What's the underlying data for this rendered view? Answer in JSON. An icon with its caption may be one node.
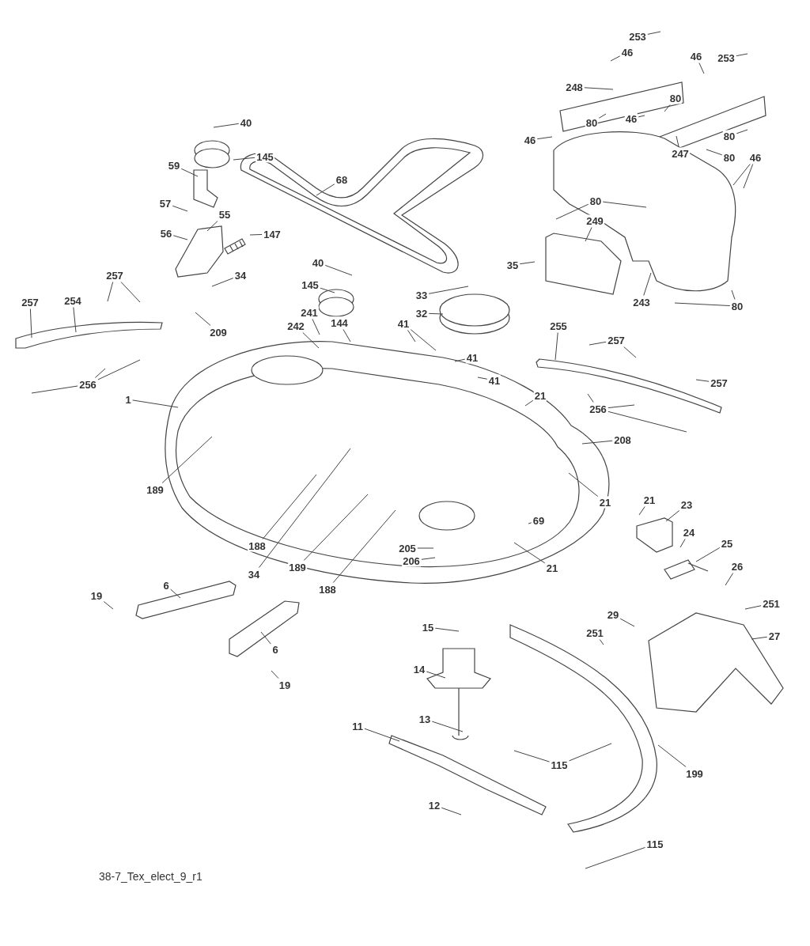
{
  "diagram": {
    "nodes": [
      {
        "text": [
          "253"
        ]
      },
      {
        "text": [
          "46"
        ]
      },
      {
        "text": [
          "46"
        ]
      },
      {
        "text": [
          "253"
        ]
      },
      {
        "text": [
          "248"
        ]
      },
      {
        "text": [
          "80"
        ]
      },
      {
        "text": [
          "80"
        ]
      },
      {
        "text": [
          "46"
        ]
      },
      {
        "text": [
          "40"
        ]
      },
      {
        "text": [
          "46"
        ]
      },
      {
        "text": [
          "80"
        ]
      },
      {
        "text": [
          "247"
        ]
      },
      {
        "text": [
          "80"
        ]
      },
      {
        "text": [
          "46"
        ]
      },
      {
        "text": [
          "145"
        ]
      },
      {
        "text": [
          "59"
        ]
      },
      {
        "text": [
          "68"
        ]
      },
      {
        "text": [
          "80"
        ]
      },
      {
        "text": [
          "57"
        ]
      },
      {
        "text": [
          "55"
        ]
      },
      {
        "text": [
          "249"
        ]
      },
      {
        "text": [
          "56"
        ]
      },
      {
        "text": [
          "147"
        ]
      },
      {
        "text": [
          "40"
        ]
      },
      {
        "text": [
          "35"
        ]
      },
      {
        "text": [
          "34"
        ]
      },
      {
        "text": [
          "257"
        ]
      },
      {
        "text": [
          "145"
        ]
      },
      {
        "text": [
          "33"
        ]
      },
      {
        "text": [
          "254"
        ]
      },
      {
        "text": [
          "257"
        ]
      },
      {
        "text": [
          "243"
        ]
      },
      {
        "text": [
          "80"
        ]
      },
      {
        "text": [
          "241"
        ]
      },
      {
        "text": [
          "32"
        ]
      },
      {
        "text": [
          "41"
        ]
      },
      {
        "text": [
          "242"
        ]
      },
      {
        "text": [
          "144"
        ]
      },
      {
        "text": [
          "255"
        ]
      },
      {
        "text": [
          "209"
        ]
      },
      {
        "text": [
          "257"
        ]
      },
      {
        "text": [
          "41"
        ]
      },
      {
        "text": [
          "41"
        ]
      },
      {
        "text": [
          "257"
        ]
      },
      {
        "text": [
          "256"
        ]
      },
      {
        "text": [
          "21"
        ]
      },
      {
        "text": [
          "1"
        ]
      },
      {
        "text": [
          "256"
        ]
      },
      {
        "text": [
          "208"
        ]
      },
      {
        "text": [
          "189"
        ]
      },
      {
        "text": [
          "21"
        ]
      },
      {
        "text": [
          "21"
        ]
      },
      {
        "text": [
          "23"
        ]
      },
      {
        "text": [
          "69"
        ]
      },
      {
        "text": [
          "24"
        ]
      },
      {
        "text": [
          "25"
        ]
      },
      {
        "text": [
          "188"
        ]
      },
      {
        "text": [
          "205"
        ]
      },
      {
        "text": [
          "206"
        ]
      },
      {
        "text": [
          "26"
        ]
      },
      {
        "text": [
          "189"
        ]
      },
      {
        "text": [
          "21"
        ]
      },
      {
        "text": [
          "34"
        ]
      },
      {
        "text": [
          "6"
        ]
      },
      {
        "text": [
          "188"
        ]
      },
      {
        "text": [
          "19"
        ]
      },
      {
        "text": [
          "251"
        ]
      },
      {
        "text": [
          "29"
        ]
      },
      {
        "text": [
          "15"
        ]
      },
      {
        "text": [
          "251"
        ]
      },
      {
        "text": [
          "27"
        ]
      },
      {
        "text": [
          "6"
        ]
      },
      {
        "text": [
          "14"
        ]
      },
      {
        "text": [
          "19"
        ]
      },
      {
        "text": [
          "13"
        ]
      },
      {
        "text": [
          "11"
        ]
      },
      {
        "text": [
          "115"
        ]
      },
      {
        "text": [
          "199"
        ]
      },
      {
        "text": [
          "12"
        ]
      },
      {
        "text": [
          "115"
        ]
      }
    ],
    "edges": [
      {
        "from": 0,
        "to": null,
        "arrow": "none"
      },
      {
        "from": 1,
        "to": null,
        "arrow": "none"
      },
      {
        "from": 2,
        "to": null,
        "arrow": "none"
      },
      {
        "from": 3,
        "to": null,
        "arrow": "none"
      },
      {
        "from": 4,
        "to": null,
        "arrow": "none"
      },
      {
        "from": 5,
        "to": null,
        "arrow": "none"
      },
      {
        "from": 6,
        "to": null,
        "arrow": "none"
      },
      {
        "from": 7,
        "to": null,
        "arrow": "none"
      },
      {
        "from": 8,
        "to": null,
        "arrow": "none"
      },
      {
        "from": 9,
        "to": null,
        "arrow": "none"
      },
      {
        "from": 10,
        "to": null,
        "arrow": "none"
      },
      {
        "from": 11,
        "to": null,
        "arrow": "none"
      },
      {
        "from": 12,
        "to": null,
        "arrow": "none"
      },
      {
        "from": 13,
        "to": null,
        "arrow": "none"
      },
      {
        "from": 13,
        "to": null,
        "arrow": "none"
      },
      {
        "from": 14,
        "to": null,
        "arrow": "none"
      },
      {
        "from": 15,
        "to": null,
        "arrow": "none"
      },
      {
        "from": 16,
        "to": null,
        "arrow": "none"
      },
      {
        "from": 17,
        "to": null,
        "arrow": "none"
      },
      {
        "from": 17,
        "to": null,
        "arrow": "none"
      },
      {
        "from": 18,
        "to": null,
        "arrow": "none"
      },
      {
        "from": 19,
        "to": null,
        "arrow": "none"
      },
      {
        "from": 20,
        "to": null,
        "arrow": "none"
      },
      {
        "from": 21,
        "to": null,
        "arrow": "none"
      },
      {
        "from": 22,
        "to": null,
        "arrow": "none"
      },
      {
        "from": 23,
        "to": null,
        "arrow": "none"
      },
      {
        "from": 24,
        "to": null,
        "arrow": "none"
      },
      {
        "from": 25,
        "to": null,
        "arrow": "none"
      },
      {
        "from": 26,
        "to": null,
        "arrow": "none"
      },
      {
        "from": 26,
        "to": null,
        "arrow": "none"
      },
      {
        "from": 27,
        "to": null,
        "arrow": "none"
      },
      {
        "from": 28,
        "to": null,
        "arrow": "none"
      },
      {
        "from": 29,
        "to": null,
        "arrow": "none"
      },
      {
        "from": 30,
        "to": null,
        "arrow": "none"
      },
      {
        "from": 31,
        "to": null,
        "arrow": "none"
      },
      {
        "from": 32,
        "to": null,
        "arrow": "none"
      },
      {
        "from": 32,
        "to": null,
        "arrow": "none"
      },
      {
        "from": 33,
        "to": null,
        "arrow": "none"
      },
      {
        "from": 34,
        "to": null,
        "arrow": "none"
      },
      {
        "from": 35,
        "to": null,
        "arrow": "none"
      },
      {
        "from": 35,
        "to": null,
        "arrow": "none"
      },
      {
        "from": 36,
        "to": null,
        "arrow": "none"
      },
      {
        "from": 37,
        "to": null,
        "arrow": "none"
      },
      {
        "from": 38,
        "to": null,
        "arrow": "none"
      },
      {
        "from": 39,
        "to": null,
        "arrow": "none"
      },
      {
        "from": 40,
        "to": null,
        "arrow": "none"
      },
      {
        "from": 40,
        "to": null,
        "arrow": "none"
      },
      {
        "from": 41,
        "to": null,
        "arrow": "none"
      },
      {
        "from": 42,
        "to": null,
        "arrow": "none"
      },
      {
        "from": 43,
        "to": null,
        "arrow": "none"
      },
      {
        "from": 44,
        "to": null,
        "arrow": "none"
      },
      {
        "from": 44,
        "to": null,
        "arrow": "none"
      },
      {
        "from": 44,
        "to": null,
        "arrow": "none"
      },
      {
        "from": 45,
        "to": null,
        "arrow": "none"
      },
      {
        "from": 46,
        "to": null,
        "arrow": "none"
      },
      {
        "from": 47,
        "to": null,
        "arrow": "none"
      },
      {
        "from": 47,
        "to": null,
        "arrow": "none"
      },
      {
        "from": 47,
        "to": null,
        "arrow": "none"
      },
      {
        "from": 48,
        "to": null,
        "arrow": "none"
      },
      {
        "from": 49,
        "to": null,
        "arrow": "none"
      },
      {
        "from": 50,
        "to": null,
        "arrow": "none"
      },
      {
        "from": 51,
        "to": null,
        "arrow": "none"
      },
      {
        "from": 52,
        "to": null,
        "arrow": "none"
      },
      {
        "from": 53,
        "to": null,
        "arrow": "none"
      },
      {
        "from": 54,
        "to": null,
        "arrow": "none"
      },
      {
        "from": 55,
        "to": null,
        "arrow": "none"
      },
      {
        "from": 56,
        "to": null,
        "arrow": "none"
      },
      {
        "from": 57,
        "to": null,
        "arrow": "none"
      },
      {
        "from": 58,
        "to": null,
        "arrow": "none"
      },
      {
        "from": 59,
        "to": null,
        "arrow": "none"
      },
      {
        "from": 60,
        "to": null,
        "arrow": "none"
      },
      {
        "from": 61,
        "to": null,
        "arrow": "none"
      },
      {
        "from": 62,
        "to": null,
        "arrow": "none"
      },
      {
        "from": 63,
        "to": null,
        "arrow": "none"
      },
      {
        "from": 64,
        "to": null,
        "arrow": "none"
      },
      {
        "from": 65,
        "to": null,
        "arrow": "none"
      },
      {
        "from": 66,
        "to": null,
        "arrow": "none"
      },
      {
        "from": 67,
        "to": null,
        "arrow": "none"
      },
      {
        "from": 68,
        "to": null,
        "arrow": "none"
      },
      {
        "from": 69,
        "to": null,
        "arrow": "none"
      },
      {
        "from": 70,
        "to": null,
        "arrow": "none"
      },
      {
        "from": 71,
        "to": null,
        "arrow": "none"
      },
      {
        "from": 72,
        "to": null,
        "arrow": "none"
      },
      {
        "from": 73,
        "to": null,
        "arrow": "none"
      },
      {
        "from": 74,
        "to": null,
        "arrow": "none"
      },
      {
        "from": 75,
        "to": null,
        "arrow": "none"
      },
      {
        "from": 76,
        "to": null,
        "arrow": "none"
      },
      {
        "from": 76,
        "to": null,
        "arrow": "none"
      },
      {
        "from": 77,
        "to": null,
        "arrow": "none"
      },
      {
        "from": 78,
        "to": null,
        "arrow": "none"
      },
      {
        "from": 79,
        "to": null,
        "arrow": "none"
      }
    ],
    "labels": [
      "38-7_Tex_elect_9_r1"
    ]
  }
}
